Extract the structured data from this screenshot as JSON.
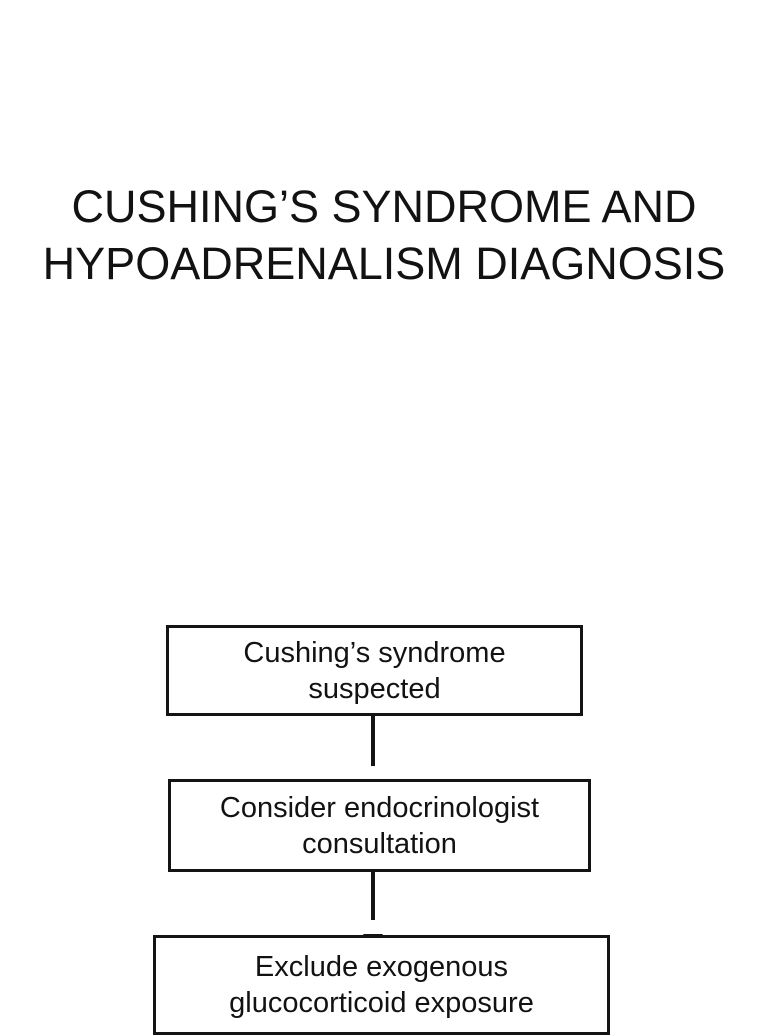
{
  "slide": {
    "title": {
      "label": "CUSHING’S SYNDROME AND HYPOADRENALISM DIAGNOSIS",
      "lines": [
        "CUSHING’S SYNDROME AND",
        "HYPOADRENALISM DIAGNOSIS"
      ]
    },
    "flowchart": {
      "nodes": [
        {
          "label": "Cushing’s syndrome suspected",
          "lines": [
            "Cushing’s syndrome",
            "suspected"
          ]
        },
        {
          "label": "Consider endocrinologist consultation",
          "lines": [
            "Consider endocrinologist",
            "consultation"
          ]
        },
        {
          "label": "Exclude exogenous glucocorticoid exposure",
          "lines": [
            "Exclude exogenous",
            "glucocorticoid exposure"
          ]
        }
      ],
      "connections": [
        {
          "from": 0,
          "to": 1,
          "type": "arrow-down"
        },
        {
          "from": 1,
          "to": 2,
          "type": "arrow-down"
        }
      ]
    },
    "colors": {
      "background": "#ffffff",
      "text": "#121212",
      "box_border": "#141414",
      "arrow": "#141414"
    }
  }
}
